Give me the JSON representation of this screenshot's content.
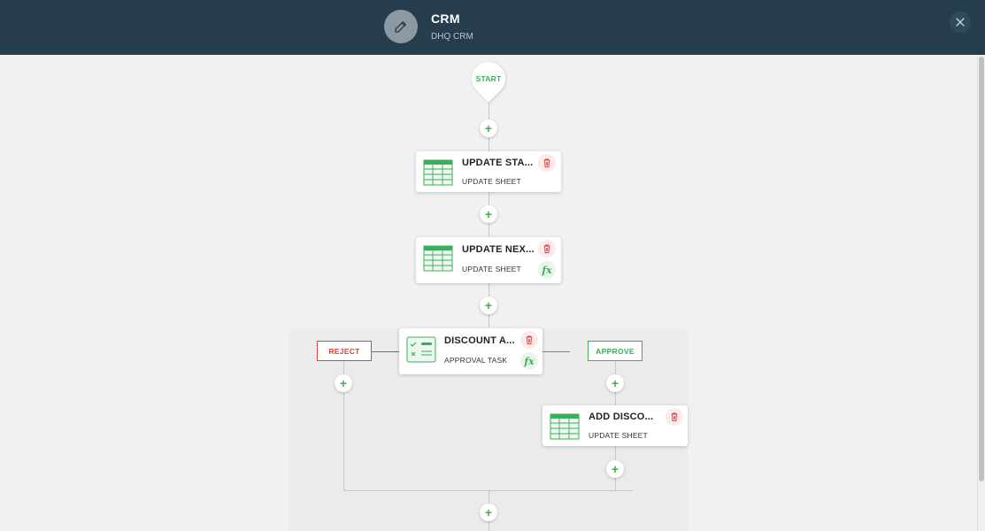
{
  "header": {
    "title": "CRM",
    "subtitle": "DHQ CRM",
    "edit_icon": "pencil-icon",
    "close_icon": "close-icon"
  },
  "workflow": {
    "start_label": "START",
    "add_symbol": "+",
    "steps": [
      {
        "title": "UPDATE STA...",
        "subtitle": "UPDATE SHEET",
        "icon": "sheet-icon",
        "has_formula": false
      },
      {
        "title": "UPDATE NEX...",
        "subtitle": "UPDATE SHEET",
        "icon": "sheet-icon",
        "has_formula": true
      },
      {
        "title": "DISCOUNT A...",
        "subtitle": "APPROVAL TASK",
        "icon": "approval-task-icon",
        "has_formula": true
      },
      {
        "title": "ADD DISCO...",
        "subtitle": "UPDATE SHEET",
        "icon": "sheet-icon",
        "has_formula": false
      }
    ],
    "formula_symbol": "fx",
    "branches": {
      "reject": "REJECT",
      "approve": "APPROVE"
    }
  },
  "colors": {
    "header_bg": "#253d4c",
    "accent_green": "#3aae5a",
    "reject_red": "#d9443c",
    "canvas_bg": "#f1f1f1"
  }
}
